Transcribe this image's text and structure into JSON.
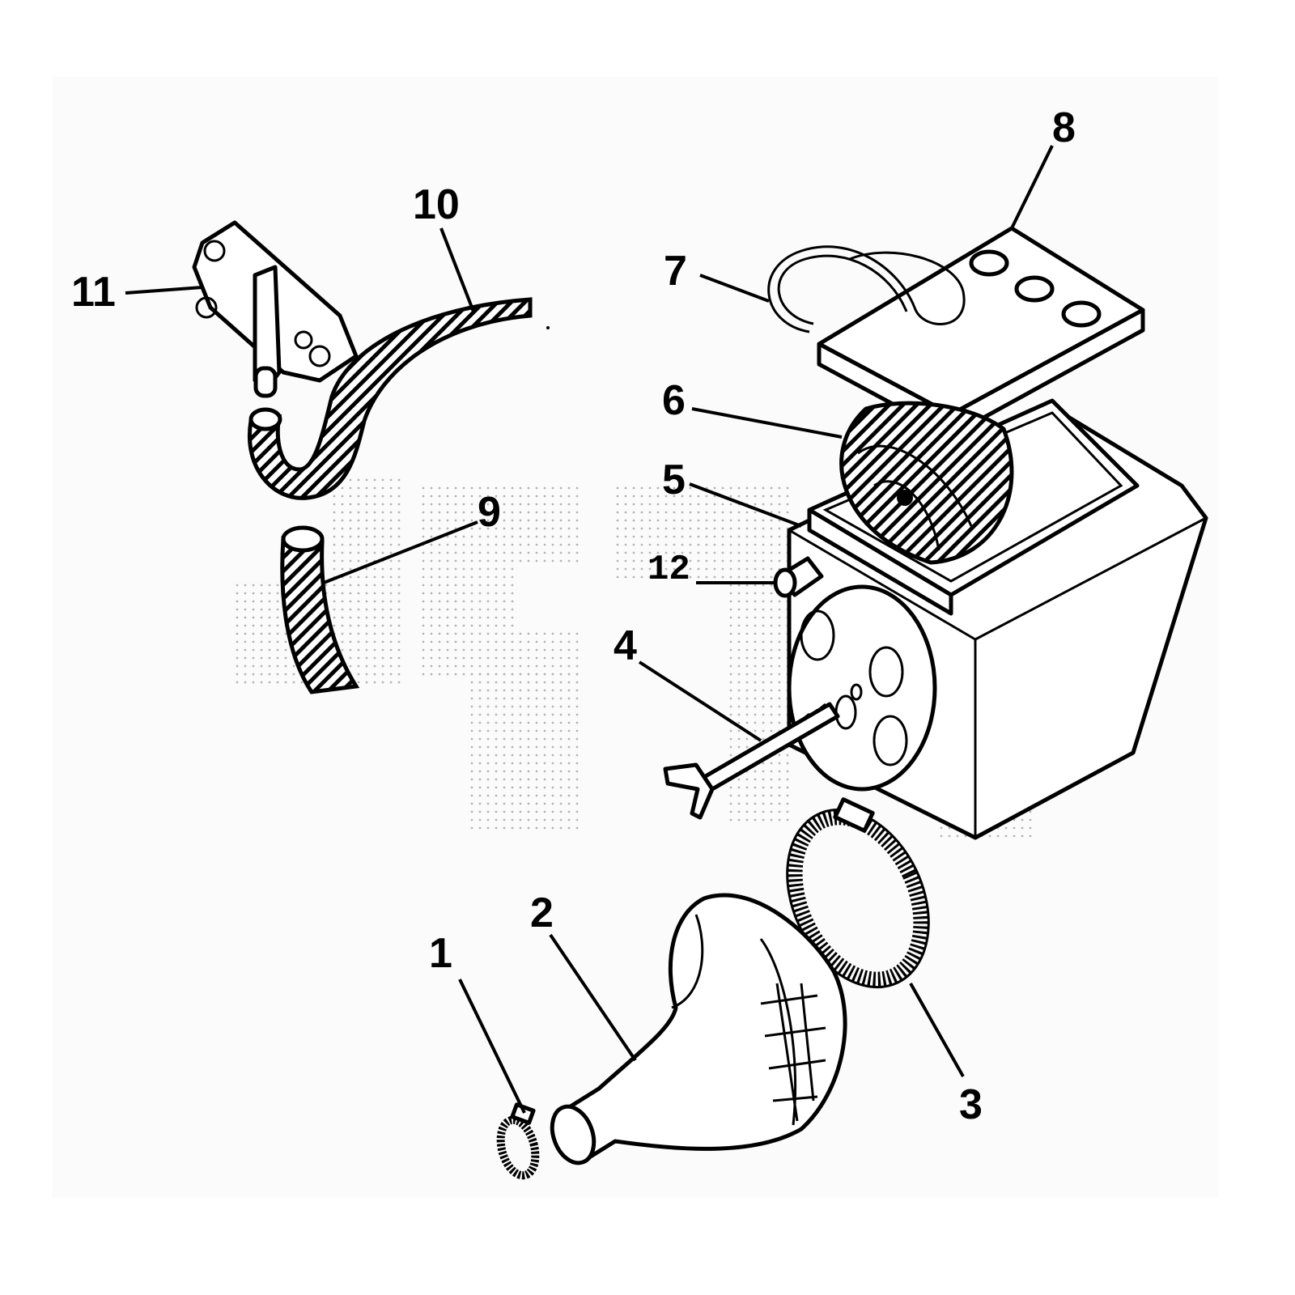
{
  "diagram": {
    "type": "exploded parts diagram - air filter assembly",
    "callouts": [
      {
        "id": "1",
        "part": "small-hose-clamp"
      },
      {
        "id": "2",
        "part": "intake-boot"
      },
      {
        "id": "3",
        "part": "large-hose-clamp"
      },
      {
        "id": "4",
        "part": "wing-bolt"
      },
      {
        "id": "5",
        "part": "filter-housing"
      },
      {
        "id": "6",
        "part": "filter-element"
      },
      {
        "id": "7",
        "part": "retaining-strap"
      },
      {
        "id": "8",
        "part": "cover-plate"
      },
      {
        "id": "9",
        "part": "short-hose"
      },
      {
        "id": "10",
        "part": "long-hose"
      },
      {
        "id": "11",
        "part": "valve-body"
      },
      {
        "id": "12",
        "part": "spacer"
      }
    ]
  }
}
